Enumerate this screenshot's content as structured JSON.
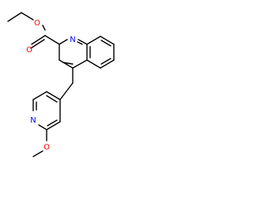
{
  "molecule": {
    "atoms": [
      {
        "id": "a1",
        "symbol": "O",
        "color": "#ff0000"
      },
      {
        "id": "a2",
        "symbol": "O",
        "color": "#ff0000"
      },
      {
        "id": "a3",
        "symbol": "N",
        "color": "#0000ff"
      },
      {
        "id": "a4",
        "symbol": "N",
        "color": "#0000ff"
      },
      {
        "id": "a5",
        "symbol": "O",
        "color": "#ff0000"
      }
    ],
    "bond_color": "#000000"
  }
}
